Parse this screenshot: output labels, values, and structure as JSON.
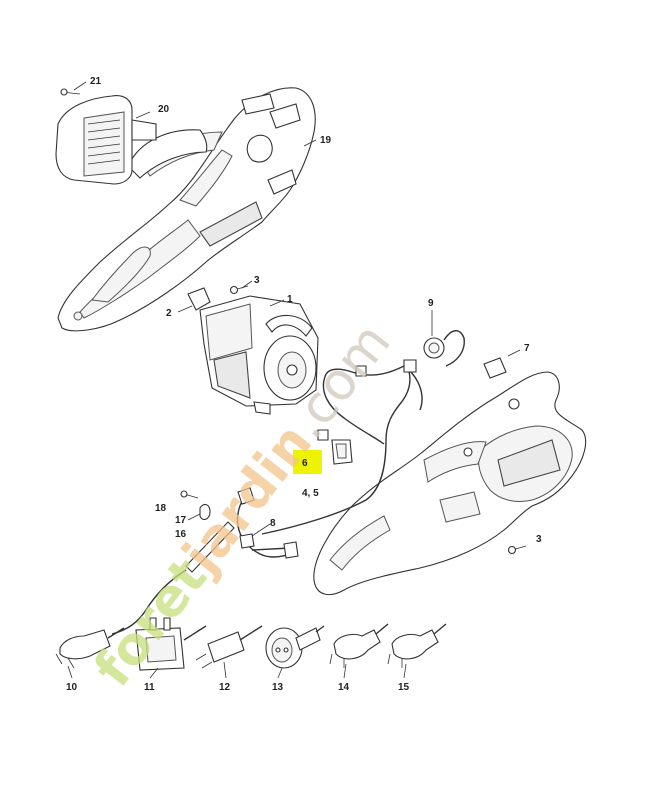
{
  "highlight_color": "#eef300",
  "watermark": {
    "brand_prefix": "foret",
    "brand_mid": "jardin",
    "brand_suffix": ".com",
    "prefix_color": "#c8df7c",
    "mid_color": "#f3c48c",
    "suffix_color": "#cfc8be"
  },
  "labels": {
    "p1": "1",
    "p2": "2",
    "p3a": "3",
    "p3b": "3",
    "p4_5": "4, 5",
    "p6": "6",
    "p7": "7",
    "p8": "8",
    "p9": "9",
    "p10": "10",
    "p11": "11",
    "p12": "12",
    "p13": "13",
    "p14": "14",
    "p15": "15",
    "p16": "16",
    "p17": "17",
    "p18": "18",
    "p19": "19",
    "p20": "20",
    "p21": "21"
  }
}
